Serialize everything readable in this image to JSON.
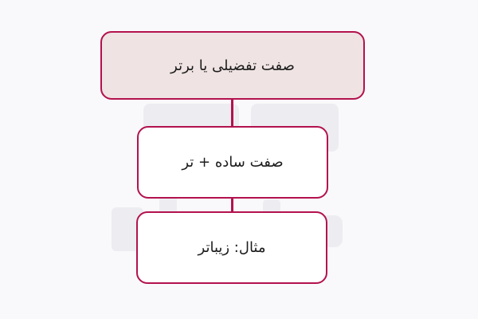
{
  "diagram": {
    "nodes": [
      {
        "label": "صفت تفضیلی یا برتر"
      },
      {
        "label": "صفت ساده + تر"
      },
      {
        "label": "مثال: زیباتر"
      }
    ]
  },
  "colors": {
    "border": "#b3124e",
    "connector": "#b3124e",
    "top_fill": "#efe3e3",
    "box_fill": "#ffffff",
    "background": "#f9f9fb",
    "text": "#1c1c1c"
  },
  "icons": {
    "watermark": "logo-watermark-icon"
  }
}
